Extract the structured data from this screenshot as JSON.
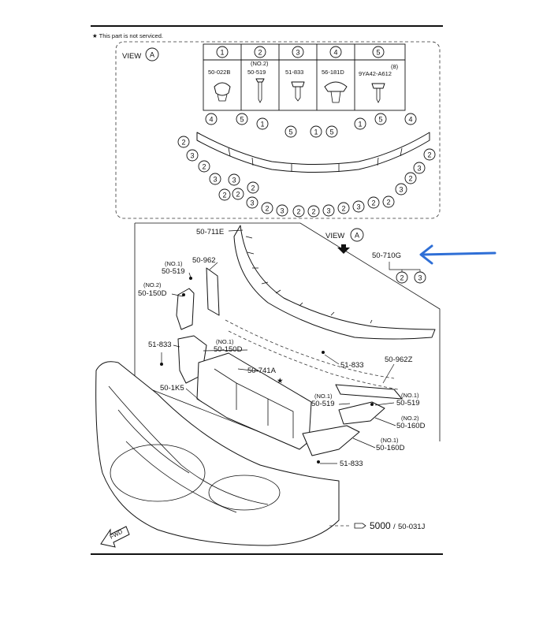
{
  "note": "★ This part is not serviced.",
  "view_a": {
    "title": "VIEW",
    "letter": "A",
    "parts_table": [
      {
        "num": "1",
        "code": "50-022B",
        "qualifier": ""
      },
      {
        "num": "2",
        "code": "50-519",
        "qualifier": "(NO.2)"
      },
      {
        "num": "3",
        "code": "51-833",
        "qualifier": ""
      },
      {
        "num": "4",
        "code": "56-181D",
        "qualifier": ""
      },
      {
        "num": "5",
        "code": "9YA42-A612",
        "qualifier": "(8)"
      }
    ]
  },
  "main": {
    "view_label": "VIEW",
    "view_letter": "A",
    "highlight_part": "50-710G",
    "highlight_color": "#E07B12",
    "arrow_color": "#2F6FD6",
    "labels": {
      "p_711e": "50-711E",
      "p_962": "50-962",
      "no1_a": "(NO.1)",
      "p_519_a": "50-519",
      "no2_a": "(NO.2)",
      "p_150d_a": "50-150D",
      "p_833_a": "51-833",
      "no1_b": "(NO.1)",
      "p_150d_b": "50-150D",
      "p_741a": "50-741A",
      "p_1k5": "50-1K5",
      "star": "★",
      "p_833_b": "51-833",
      "p_962z": "50-962Z",
      "no1_c": "(NO.1)",
      "p_519_b": "50-519",
      "no1_d": "(NO.1)",
      "p_519_c": "50-519",
      "no2_b": "(NO.2)",
      "p_160d_a": "50-160D",
      "no1_e": "(NO.1)",
      "p_160d_b": "50-160D",
      "p_833_c": "51-833",
      "ref_num": "5000",
      "ref_sep": "/",
      "ref_part": "50-031J",
      "fwd": "FWD"
    }
  }
}
